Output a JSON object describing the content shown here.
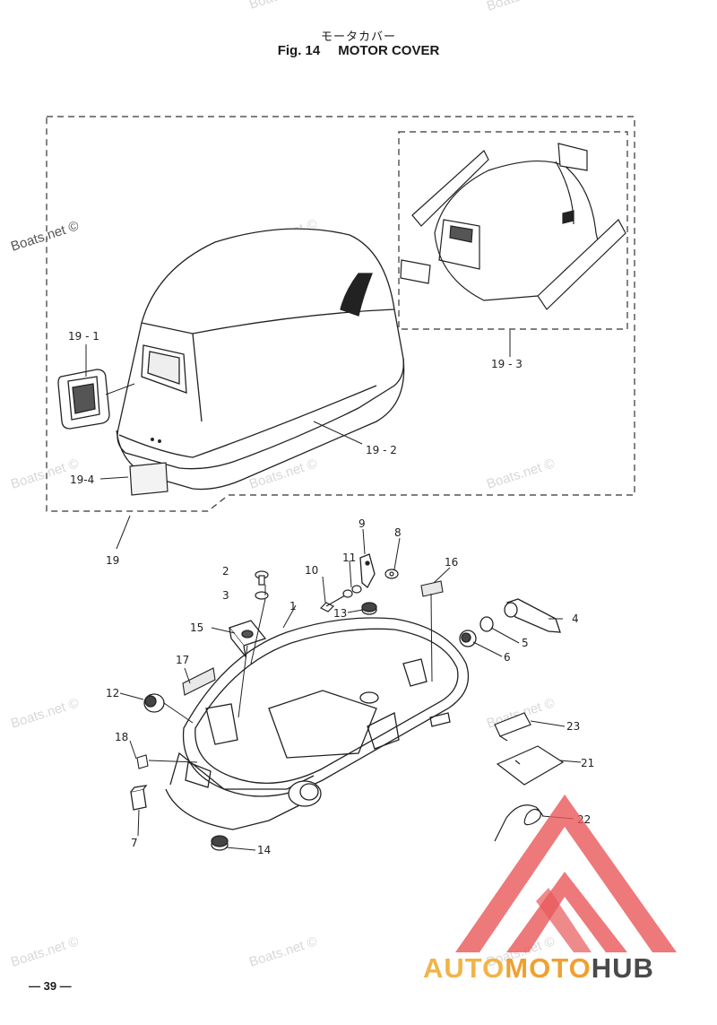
{
  "header": {
    "title_jp": "モータカバー",
    "fig_number": "Fig. 14",
    "fig_title": "MOTOR COVER"
  },
  "parts": {
    "p19_1": "19 - 1",
    "p19_2": "19 - 2",
    "p19_3": "19 - 3",
    "p19_4": "19-4",
    "p19": "19",
    "p1": "1",
    "p2": "2",
    "p3": "3",
    "p4": "4",
    "p5": "5",
    "p6": "6",
    "p7": "7",
    "p8": "8",
    "p9": "9",
    "p10": "10",
    "p11": "11",
    "p12": "12",
    "p13": "13",
    "p14": "14",
    "p15": "15",
    "p16": "16",
    "p17": "17",
    "p18": "18",
    "p21": "21",
    "p22": "22",
    "p23": "23"
  },
  "watermark": "Boats.net ©",
  "footer": {
    "page_number": "— 39 —"
  },
  "logo": {
    "part1": "AUTO",
    "part2": "MOTO",
    "part3": "HUB",
    "color_red": "#e8585a",
    "color_orange": "#f2b347",
    "color_gray": "#4a4a4a"
  }
}
